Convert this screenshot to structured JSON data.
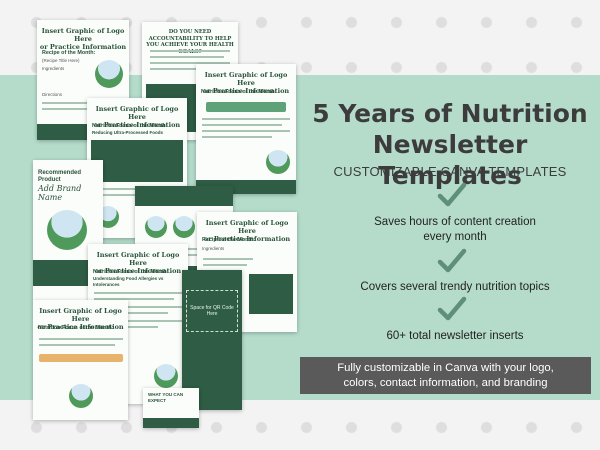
{
  "hero": {
    "title_line1": "5 Years of Nutrition",
    "title_line2": "Newsletter Templates",
    "subtitle": "CUSTOMIZABLE CANVA TEMPLATES"
  },
  "features": [
    {
      "line1": "Saves hours of content creation",
      "line2": "every month"
    },
    {
      "line1": "Covers several trendy nutrition topics",
      "line2": ""
    },
    {
      "line1": "60+ total newsletter inserts",
      "line2": ""
    }
  ],
  "banner": {
    "line1": "Fully customizable in Canva with your logo,",
    "line2": "colors, contact information, and branding"
  },
  "colors": {
    "band": "#b5dccb",
    "check": "#5f8f78",
    "banner": "#5a5a5a",
    "thumb_dark": "#2e5c44"
  },
  "collage": {
    "logo_line1": "Insert Graphic of Logo Here",
    "logo_line2": "or Practice Information",
    "focus_label": "Nutrition Focus of the Month:",
    "focus_topic_1": "Reducing Ultra-Processed Foods",
    "focus_topic_2": "Understanding Food Allergies vs Intolerances",
    "recipe_label": "Recipe of the Month:",
    "recipe_sub": "(Recipe Title Here)",
    "ingredients_label": "Ingredients",
    "directions_label": "Directions",
    "accountability_text": "DO YOU NEED ACCOUNTABILITY TO HELP YOU ACHIEVE YOUR HEALTH GOALS?",
    "recommended_label": "Recommended Product",
    "brand_text": "Add Brand Name",
    "space_qr": "Space for QR Code Here",
    "expect_label": "WHAT YOU CAN EXPECT"
  }
}
